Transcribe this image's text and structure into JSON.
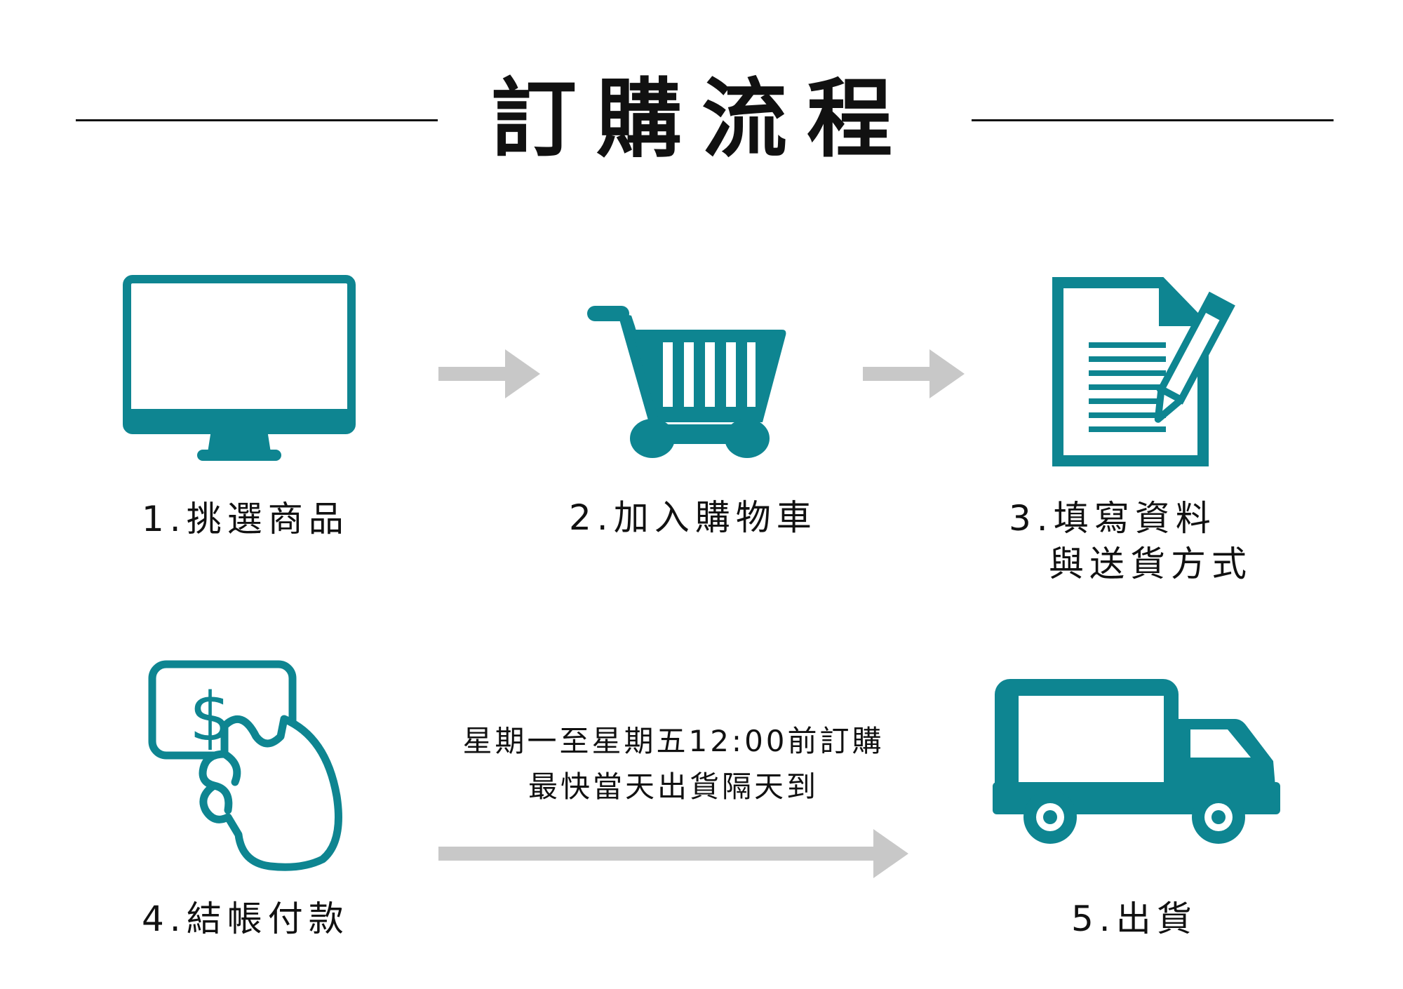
{
  "title": "訂購流程",
  "colors": {
    "accent": "#0e8591",
    "arrow": "#c8c8c8",
    "text": "#111111"
  },
  "steps": [
    {
      "icon": "monitor-icon",
      "label": "1.挑選商品"
    },
    {
      "icon": "shopping-cart-icon",
      "label": "2.加入購物車"
    },
    {
      "icon": "document-pencil-icon",
      "label_line1": "3.填寫資料",
      "label_line2": "與送貨方式"
    },
    {
      "icon": "hand-card-dollar-icon",
      "label": "4.結帳付款"
    },
    {
      "icon": "delivery-truck-icon",
      "label": "5.出貨"
    }
  ],
  "shipping_note": {
    "line1": "星期一至星期五12:00前訂購",
    "line2": "最快當天出貨隔天到"
  }
}
